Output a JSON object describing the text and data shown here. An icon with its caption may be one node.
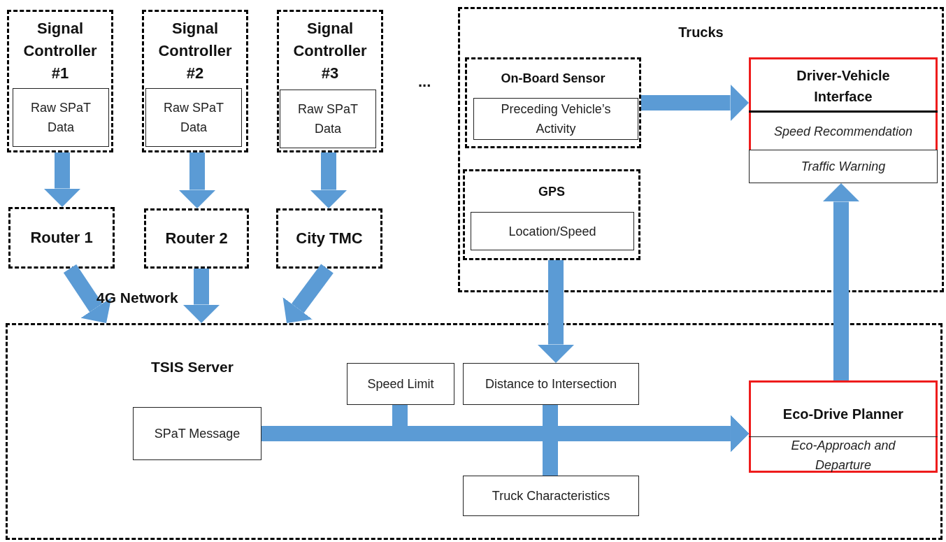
{
  "diagram": {
    "nodes": [
      {
        "text": [
          "Signal Controller #1"
        ]
      },
      {
        "text": [
          "Raw SPaT Data"
        ],
        "in": 0
      },
      {
        "text": [
          "Signal Controller #2"
        ]
      },
      {
        "text": [
          "Raw SPaT Data"
        ],
        "in": 2
      },
      {
        "text": [
          "Signal Controller #3"
        ]
      },
      {
        "text": [
          "Raw SPaT Data"
        ],
        "in": 4
      },
      {
        "text": [
          "Router 1"
        ]
      },
      {
        "text": [
          "Router 2"
        ]
      },
      {
        "text": [
          "City TMC"
        ]
      },
      {
        "text": [
          "Trucks"
        ]
      },
      {
        "text": [
          "On-Board Sensor"
        ],
        "in": 9
      },
      {
        "text": [
          "Preceding Vehicle’s Activity"
        ],
        "in": 10
      },
      {
        "text": [
          "GPS"
        ],
        "in": 9
      },
      {
        "text": [
          "Location/Speed"
        ],
        "in": 12
      },
      {
        "text": [
          "Driver-Vehicle Interface"
        ],
        "in": 9
      },
      {
        "text": [
          "Speed Recommendation"
        ],
        "in": 14
      },
      {
        "text": [
          "Traffic Warning"
        ],
        "in": 14
      },
      {
        "text": [
          "TSIS Server"
        ]
      },
      {
        "text": [
          "SPaT Message"
        ],
        "in": 17
      },
      {
        "text": [
          "Speed Limit"
        ],
        "in": 17
      },
      {
        "text": [
          "Distance to Intersection"
        ],
        "in": 17
      },
      {
        "text": [
          "Truck Characteristics"
        ],
        "in": 17
      },
      {
        "text": [
          "Eco-Drive Planner"
        ],
        "in": 17
      },
      {
        "text": [
          "Eco-Approach and Departure"
        ],
        "in": 22
      }
    ],
    "edges": [
      {
        "from": 0,
        "to": 6,
        "arrow": "to"
      },
      {
        "from": 2,
        "to": 7,
        "arrow": "to"
      },
      {
        "from": 4,
        "to": 8,
        "arrow": "to"
      },
      {
        "from": 6,
        "to": 17,
        "arrow": "to"
      },
      {
        "from": 7,
        "to": 17,
        "arrow": "to"
      },
      {
        "from": 8,
        "to": 17,
        "arrow": "to"
      },
      {
        "from": 10,
        "to": 14,
        "arrow": "to"
      },
      {
        "from": 12,
        "to": 20,
        "arrow": "to"
      },
      {
        "from": 18,
        "to": 22,
        "arrow": "to"
      },
      {
        "from": 19,
        "to": 22,
        "arrow": "to"
      },
      {
        "from": 20,
        "to": 22,
        "arrow": "to"
      },
      {
        "from": 21,
        "to": 22,
        "arrow": "to"
      },
      {
        "from": 22,
        "to": 14,
        "arrow": "to"
      }
    ],
    "labels": [
      "...",
      "4G Network"
    ]
  }
}
